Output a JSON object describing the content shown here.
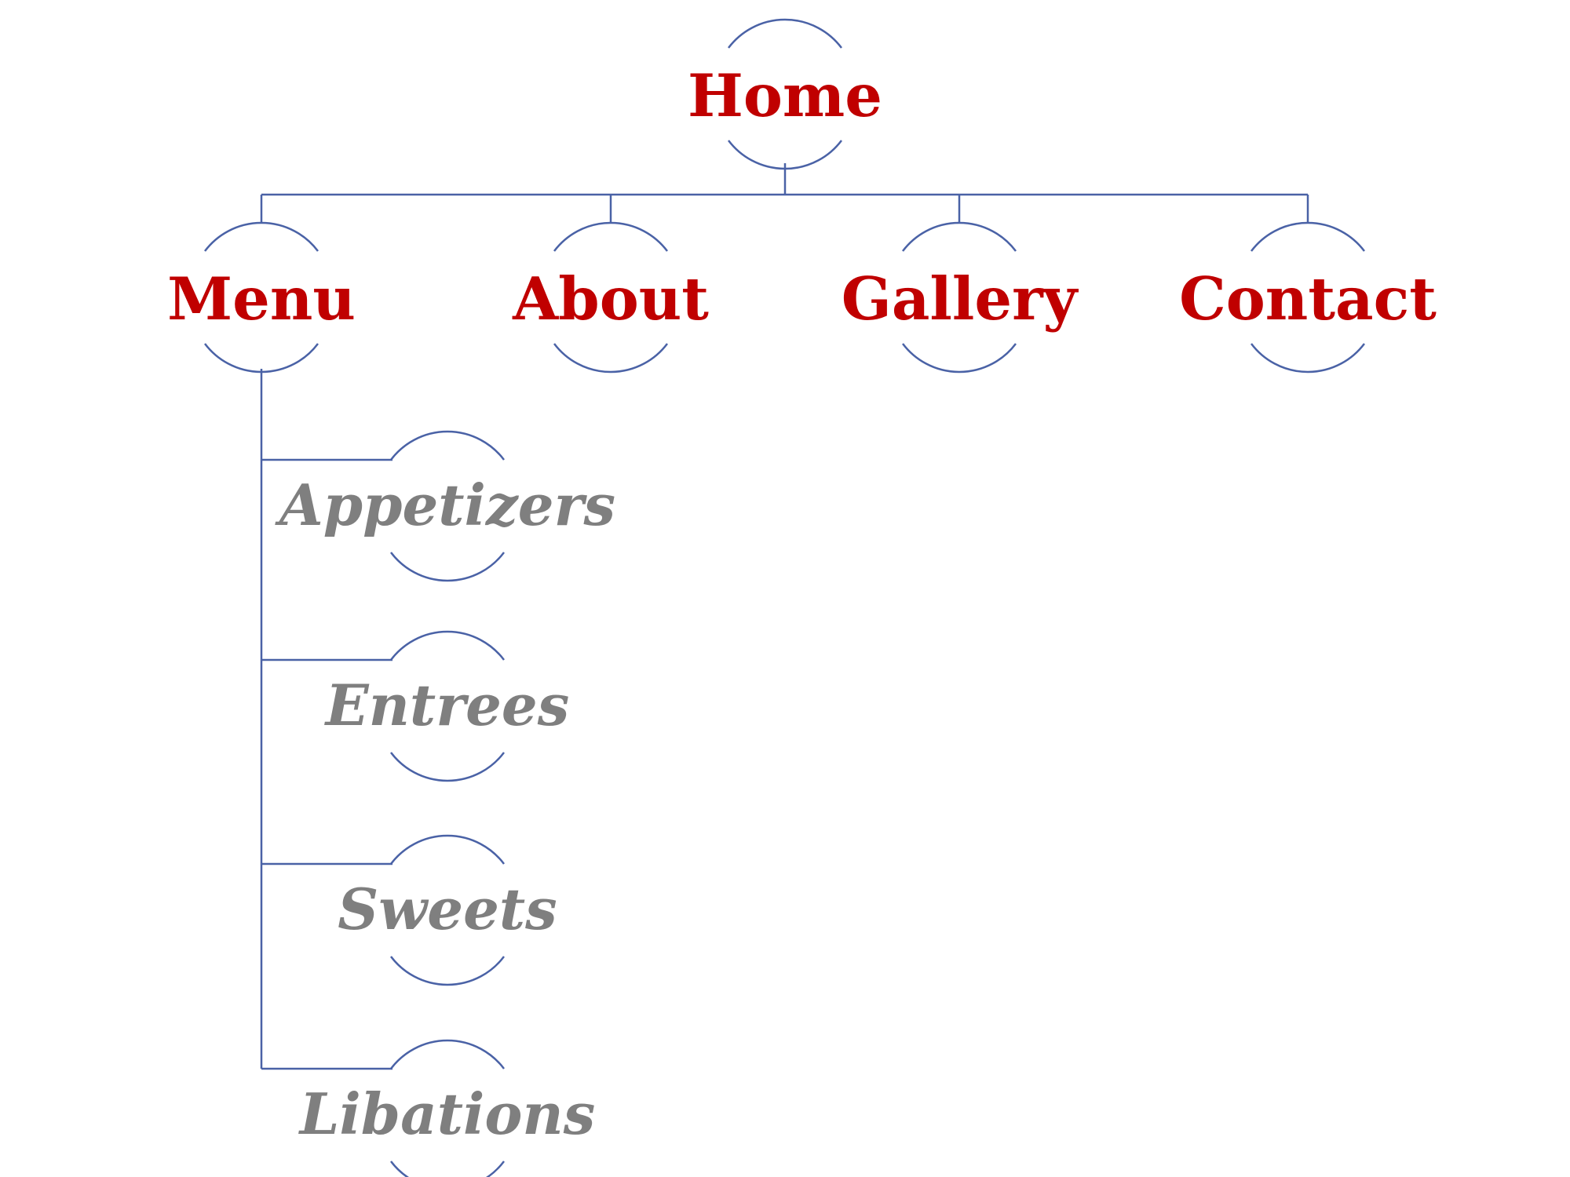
{
  "colors": {
    "background": "#ffffff",
    "connector": "#4a62a6",
    "primary_text": "#c00000",
    "secondary_text": "#7f7f7f"
  },
  "root": {
    "label": "Home"
  },
  "sections": [
    {
      "id": "menu",
      "label": "Menu"
    },
    {
      "id": "about",
      "label": "About"
    },
    {
      "id": "gallery",
      "label": "Gallery"
    },
    {
      "id": "contact",
      "label": "Contact"
    }
  ],
  "menu_items": [
    {
      "id": "appetizers",
      "label": "Appetizers"
    },
    {
      "id": "entrees",
      "label": "Entrees"
    },
    {
      "id": "sweets",
      "label": "Sweets"
    },
    {
      "id": "libations",
      "label": "Libations"
    }
  ]
}
